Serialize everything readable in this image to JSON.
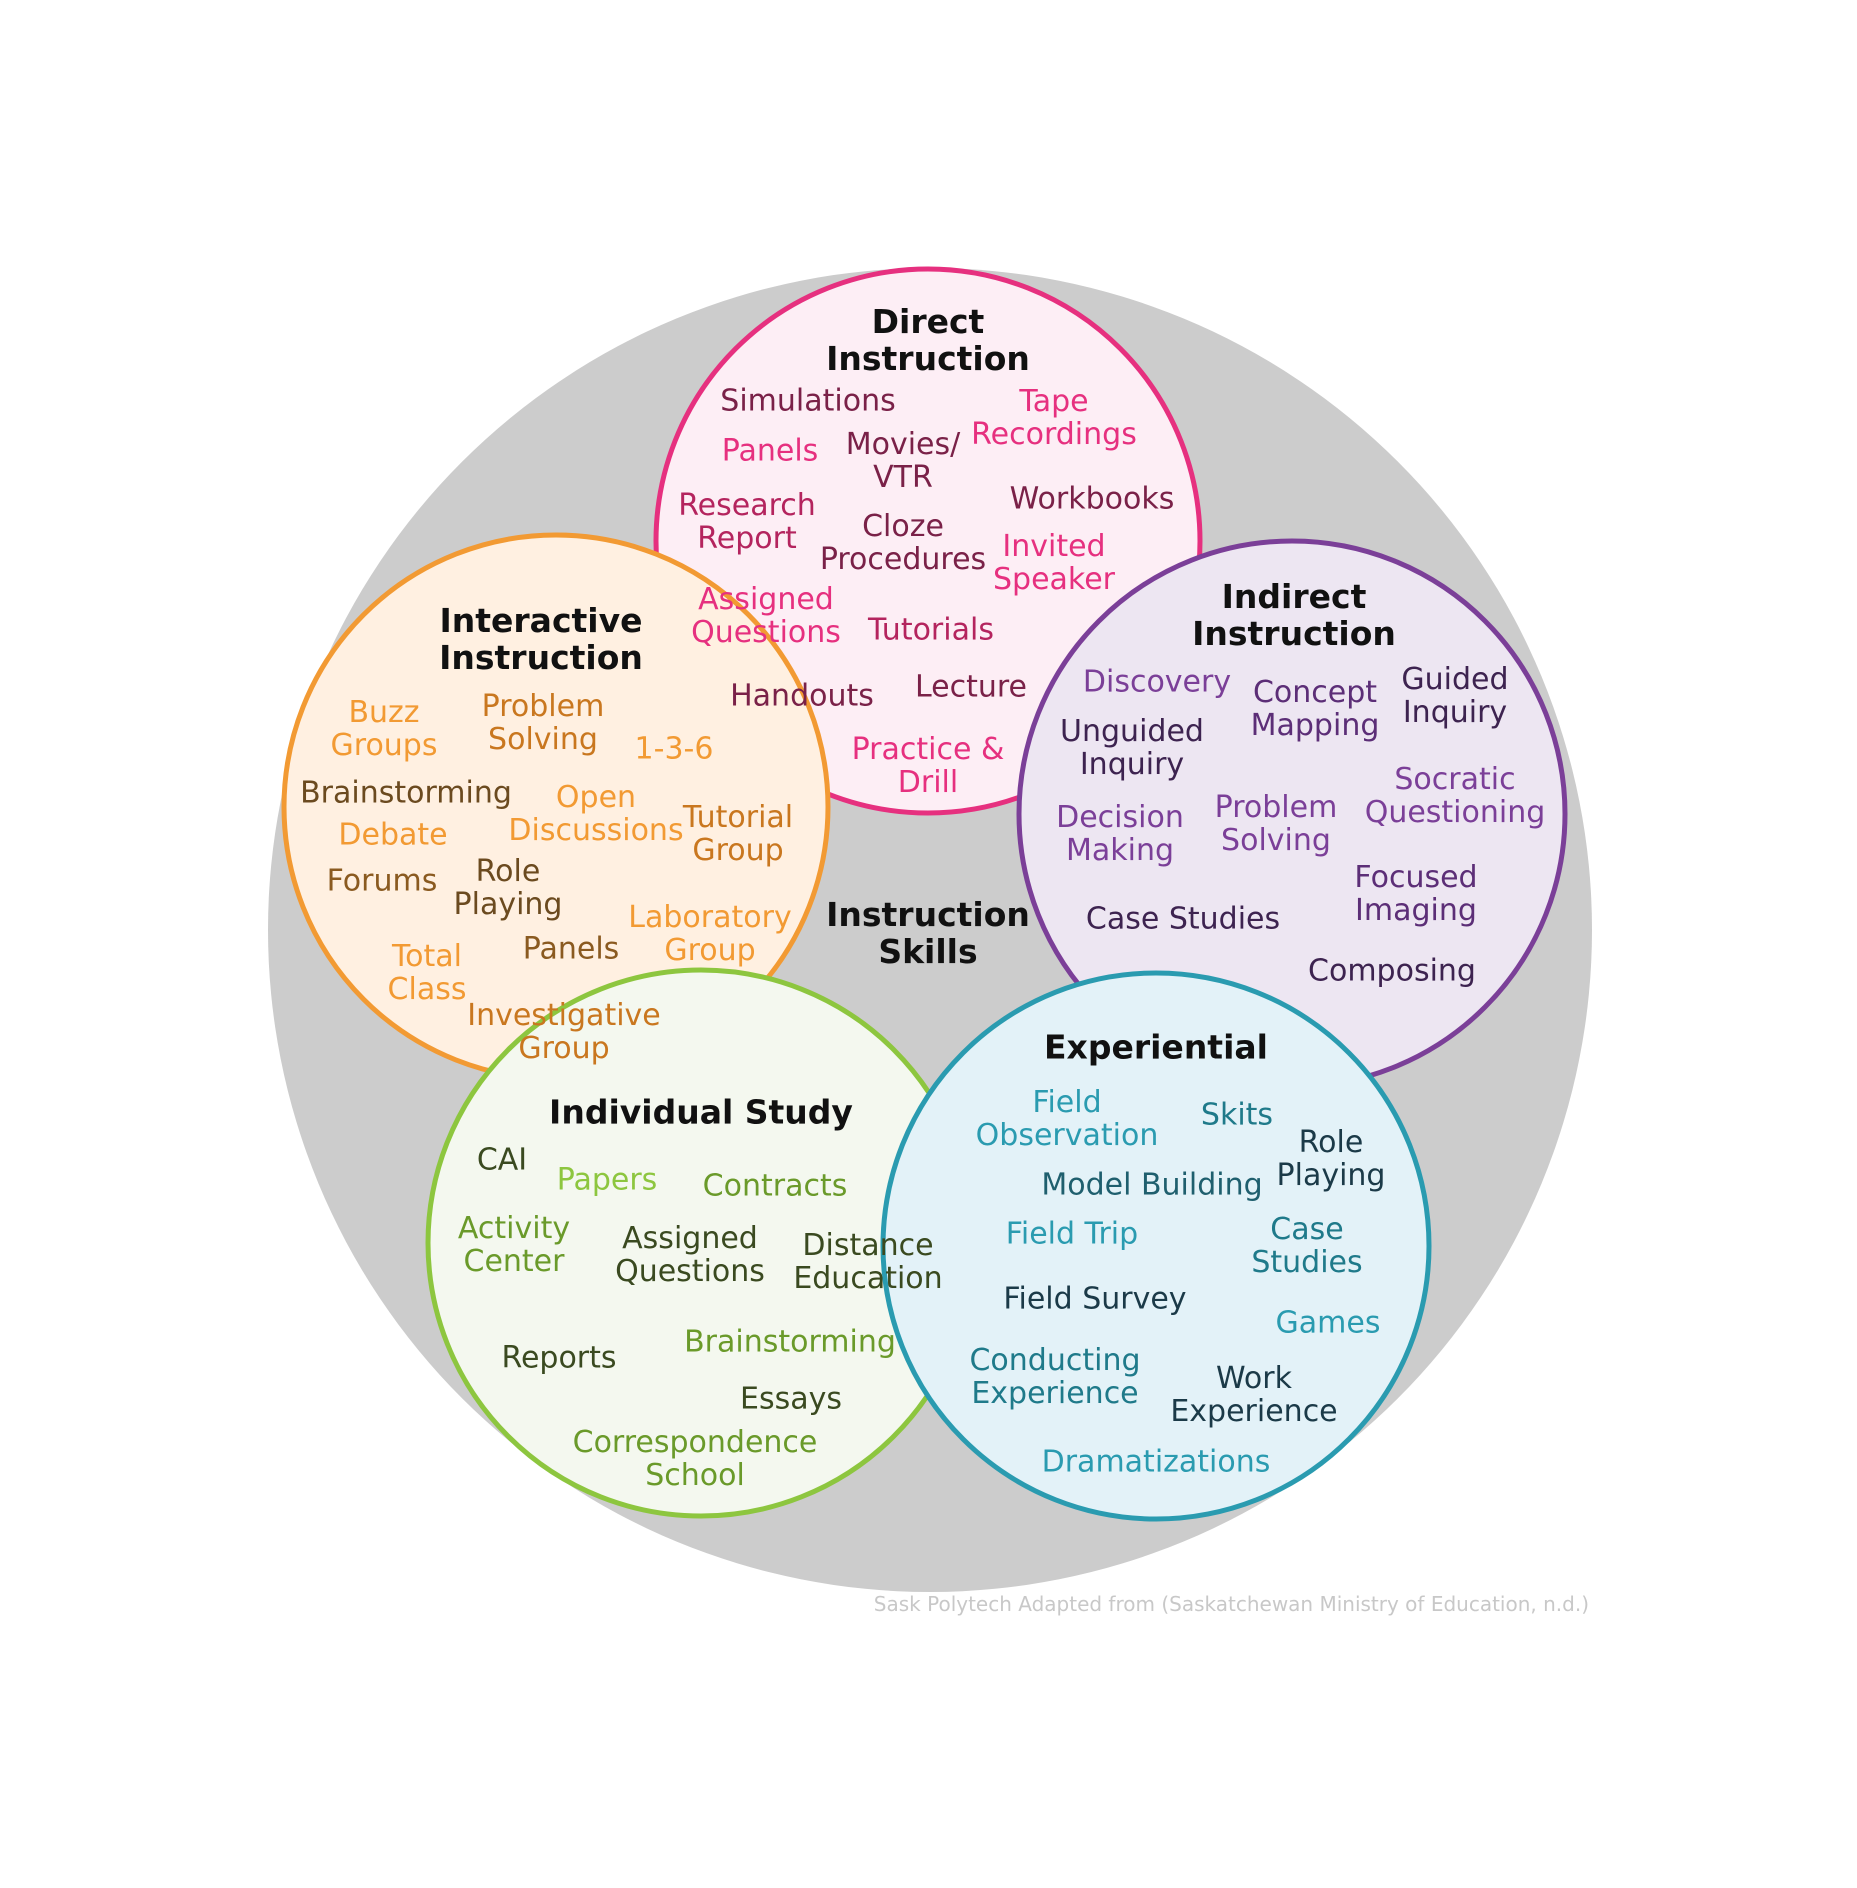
{
  "center_label": [
    "Instruction",
    "Skills"
  ],
  "credit": "Sask Polytech Adapted from (Saskatchewan Ministry of Education, n.d.)",
  "colors": {
    "background_circle": "#cccccc",
    "direct_stroke": "#e6307f",
    "direct_fill": "#fdeef5",
    "indirect_stroke": "#7b3f98",
    "indirect_fill": "#ede6f2",
    "interactive_stroke": "#f29a33",
    "interactive_fill": "#fff0e1",
    "individual_stroke": "#8dc63f",
    "individual_fill": "#f4f8ef",
    "experiential_stroke": "#2a9bb0",
    "experiential_fill": "#e3f2f8"
  },
  "groups": {
    "direct": {
      "title": [
        "Direct",
        "Instruction"
      ],
      "items": [
        {
          "lines": [
            "Simulations"
          ],
          "color": "#7a2148"
        },
        {
          "lines": [
            "Tape",
            "Recordings"
          ],
          "color": "#e6307f"
        },
        {
          "lines": [
            "Panels"
          ],
          "color": "#e6307f"
        },
        {
          "lines": [
            "Movies/",
            "VTR"
          ],
          "color": "#7a2148"
        },
        {
          "lines": [
            "Workbooks"
          ],
          "color": "#7a2148"
        },
        {
          "lines": [
            "Research",
            "Report"
          ],
          "color": "#b4245e"
        },
        {
          "lines": [
            "Cloze",
            "Procedures"
          ],
          "color": "#7a2148"
        },
        {
          "lines": [
            "Invited",
            "Speaker"
          ],
          "color": "#e6307f"
        },
        {
          "lines": [
            "Assigned",
            "Questions"
          ],
          "color": "#e6307f"
        },
        {
          "lines": [
            "Tutorials"
          ],
          "color": "#b4245e"
        },
        {
          "lines": [
            "Handouts"
          ],
          "color": "#7a2148"
        },
        {
          "lines": [
            "Lecture"
          ],
          "color": "#7a2148"
        },
        {
          "lines": [
            "Practice &",
            "Drill"
          ],
          "color": "#e6307f"
        }
      ]
    },
    "interactive": {
      "title": [
        "Interactive",
        "Instruction"
      ],
      "items": [
        {
          "lines": [
            "Buzz",
            "Groups"
          ],
          "color": "#f29a33"
        },
        {
          "lines": [
            "Problem",
            "Solving"
          ],
          "color": "#c9771f"
        },
        {
          "lines": [
            "1-3-6"
          ],
          "color": "#f29a33"
        },
        {
          "lines": [
            "Brainstorming"
          ],
          "color": "#6b4a1f"
        },
        {
          "lines": [
            "Open",
            "Discussions"
          ],
          "color": "#f29a33"
        },
        {
          "lines": [
            "Debate"
          ],
          "color": "#f29a33"
        },
        {
          "lines": [
            "Tutorial",
            "Group"
          ],
          "color": "#c9771f"
        },
        {
          "lines": [
            "Forums"
          ],
          "color": "#8a5a20"
        },
        {
          "lines": [
            "Role",
            "Playing"
          ],
          "color": "#6b4a1f"
        },
        {
          "lines": [
            "Laboratory",
            "Group"
          ],
          "color": "#f29a33"
        },
        {
          "lines": [
            "Total",
            "Class"
          ],
          "color": "#f29a33"
        },
        {
          "lines": [
            "Panels"
          ],
          "color": "#8a5a20"
        },
        {
          "lines": [
            "Investigative",
            "Group"
          ],
          "color": "#c9771f"
        }
      ]
    },
    "indirect": {
      "title": [
        "Indirect",
        "Instruction"
      ],
      "items": [
        {
          "lines": [
            "Discovery"
          ],
          "color": "#7b3f98"
        },
        {
          "lines": [
            "Concept",
            "Mapping"
          ],
          "color": "#5c2e77"
        },
        {
          "lines": [
            "Guided",
            "Inquiry"
          ],
          "color": "#3d2350"
        },
        {
          "lines": [
            "Unguided",
            "Inquiry"
          ],
          "color": "#3d2350"
        },
        {
          "lines": [
            "Socratic",
            "Questioning"
          ],
          "color": "#7b3f98"
        },
        {
          "lines": [
            "Decision",
            "Making"
          ],
          "color": "#7b3f98"
        },
        {
          "lines": [
            "Problem",
            "Solving"
          ],
          "color": "#7b3f98"
        },
        {
          "lines": [
            "Focused",
            "Imaging"
          ],
          "color": "#5c2e77"
        },
        {
          "lines": [
            "Case Studies"
          ],
          "color": "#3d2350"
        },
        {
          "lines": [
            "Composing"
          ],
          "color": "#3d2350"
        }
      ]
    },
    "individual": {
      "title": [
        "Individual Study"
      ],
      "items": [
        {
          "lines": [
            "CAI"
          ],
          "color": "#3a4a20"
        },
        {
          "lines": [
            "Papers"
          ],
          "color": "#8dc63f"
        },
        {
          "lines": [
            "Contracts"
          ],
          "color": "#6a9a2a"
        },
        {
          "lines": [
            "Activity",
            "Center"
          ],
          "color": "#6a9a2a"
        },
        {
          "lines": [
            "Assigned",
            "Questions"
          ],
          "color": "#3a4a20"
        },
        {
          "lines": [
            "Distance",
            "Education"
          ],
          "color": "#3a4a20"
        },
        {
          "lines": [
            "Brainstorming"
          ],
          "color": "#6a9a2a"
        },
        {
          "lines": [
            "Reports"
          ],
          "color": "#3a4a20"
        },
        {
          "lines": [
            "Essays"
          ],
          "color": "#3a4a20"
        },
        {
          "lines": [
            "Correspondence",
            "School"
          ],
          "color": "#6a9a2a"
        }
      ]
    },
    "experiential": {
      "title": [
        "Experiential"
      ],
      "items": [
        {
          "lines": [
            "Field",
            "Observation"
          ],
          "color": "#2a9bb0"
        },
        {
          "lines": [
            "Skits"
          ],
          "color": "#1f7a8a"
        },
        {
          "lines": [
            "Role",
            "Playing"
          ],
          "color": "#1b3a48"
        },
        {
          "lines": [
            "Model Building"
          ],
          "color": "#1f5f6e"
        },
        {
          "lines": [
            "Field Trip"
          ],
          "color": "#2a9bb0"
        },
        {
          "lines": [
            "Case",
            "Studies"
          ],
          "color": "#1f7a8a"
        },
        {
          "lines": [
            "Field Survey"
          ],
          "color": "#1b3a48"
        },
        {
          "lines": [
            "Games"
          ],
          "color": "#2a9bb0"
        },
        {
          "lines": [
            "Conducting",
            "Experience"
          ],
          "color": "#1f7a8a"
        },
        {
          "lines": [
            "Work",
            "Experience"
          ],
          "color": "#1b3a48"
        },
        {
          "lines": [
            "Dramatizations"
          ],
          "color": "#2a9bb0"
        }
      ]
    }
  }
}
